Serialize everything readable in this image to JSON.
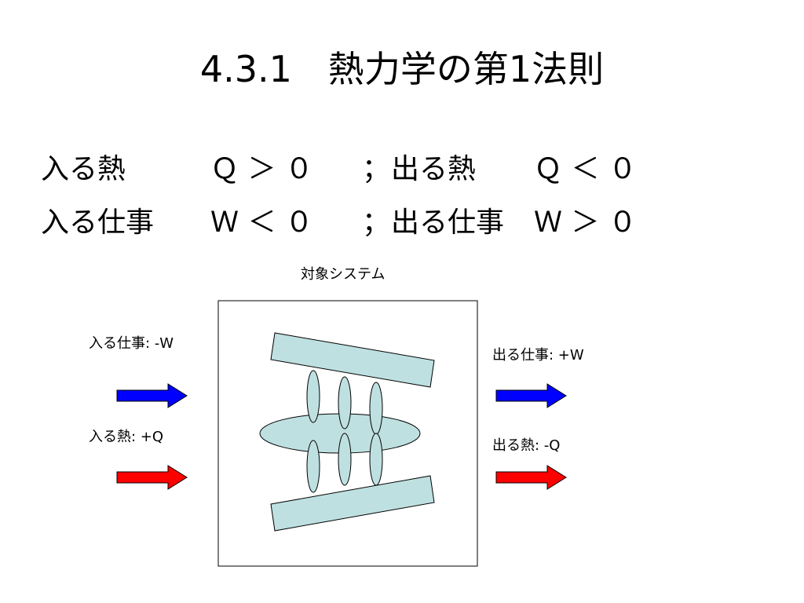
{
  "title": "4.3.1　熱力学の第1法則",
  "sign_rules": {
    "heat": {
      "in_label": "入る熱",
      "in_condition": "Ｑ ＞ ０",
      "separator": "；",
      "out_label": "出る熱",
      "out_condition": "Ｑ ＜ ０"
    },
    "work": {
      "in_label": "入る仕事",
      "in_condition": "Ｗ ＜ ０",
      "separator": "；",
      "out_label": "出る仕事",
      "out_condition": "Ｗ ＞ ０"
    }
  },
  "diagram": {
    "system_label": "対象システム",
    "arrows": {
      "in_work": {
        "label": "入る仕事: -W",
        "color": "#0000ff"
      },
      "in_heat": {
        "label": "入る熱: +Q",
        "color": "#ff0000"
      },
      "out_work": {
        "label": "出る仕事: +W",
        "color": "#0000ff"
      },
      "out_heat": {
        "label": "出る熱: -Q",
        "color": "#ff0000"
      }
    },
    "shape_fill": "#bfe0e0",
    "outline_color": "#000000"
  }
}
